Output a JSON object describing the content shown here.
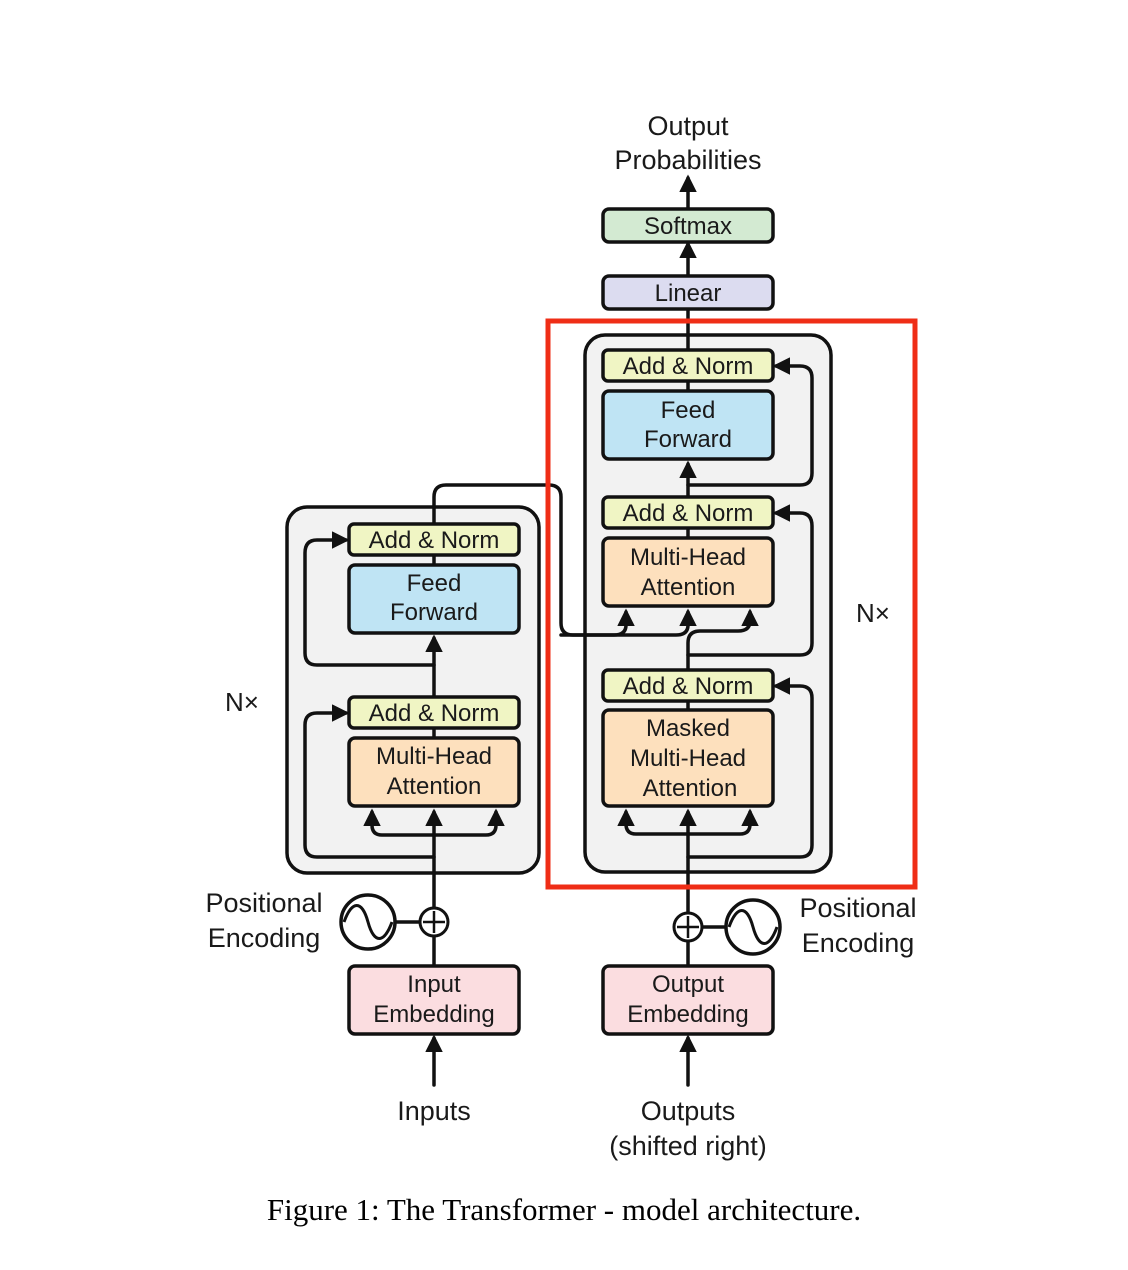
{
  "colors": {
    "softmax": "#d3ead2",
    "linear": "#dcdcf0",
    "add_norm": "#f0f5c4",
    "feed_forward": "#bfe4f4",
    "attention": "#fde0bd",
    "embedding": "#fbdde0",
    "stack_bg": "#f2f2f2",
    "highlight": "#ef2d16",
    "stroke": "#111111"
  },
  "top": {
    "output_probabilities": [
      "Output",
      "Probabilities"
    ],
    "softmax": "Softmax",
    "linear": "Linear"
  },
  "encoder": {
    "repeat_label": "N×",
    "add_norm_top": "Add & Norm",
    "feed_forward": [
      "Feed",
      "Forward"
    ],
    "add_norm_bottom": "Add & Norm",
    "attention": [
      "Multi-Head",
      "Attention"
    ],
    "positional_encoding": [
      "Positional",
      "Encoding"
    ],
    "embedding": [
      "Input",
      "Embedding"
    ],
    "input_label": "Inputs"
  },
  "decoder": {
    "repeat_label": "N×",
    "add_norm_top": "Add & Norm",
    "feed_forward": [
      "Feed",
      "Forward"
    ],
    "add_norm_middle": "Add & Norm",
    "cross_attention": [
      "Multi-Head",
      "Attention"
    ],
    "add_norm_bottom": "Add & Norm",
    "masked_attention": [
      "Masked",
      "Multi-Head",
      "Attention"
    ],
    "positional_encoding": [
      "Positional",
      "Encoding"
    ],
    "embedding": [
      "Output",
      "Embedding"
    ],
    "input_label": [
      "Outputs",
      "(shifted right)"
    ]
  },
  "caption": "Figure 1: The Transformer - model architecture."
}
